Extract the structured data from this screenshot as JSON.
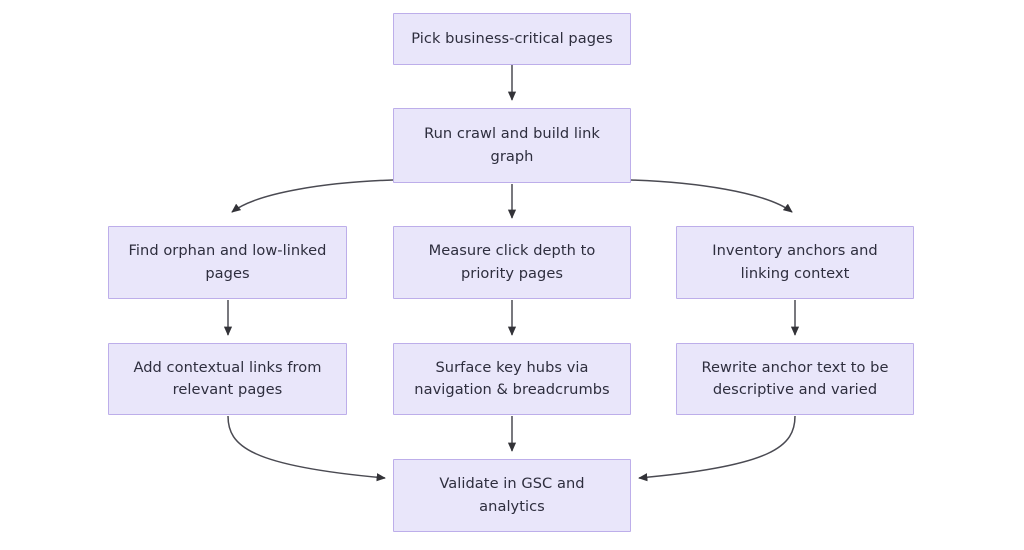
{
  "diagram": {
    "type": "flowchart",
    "direction": "top-down",
    "title": "Internal linking workflow flowchart",
    "theme": {
      "background": "#FFFFFF",
      "node_fill": "#E9E6FA",
      "node_border": "#BDAEEA",
      "node_text": "#2E2E3E",
      "edge_stroke": "#4A4A52"
    },
    "nodes": [
      {
        "id": "pick",
        "label": "Pick business-critical pages"
      },
      {
        "id": "crawl",
        "label": "Run crawl and build link\ngraph"
      },
      {
        "id": "orphan",
        "label": "Find orphan and low-linked\npages"
      },
      {
        "id": "depth",
        "label": "Measure click depth to\npriority pages"
      },
      {
        "id": "anchors",
        "label": "Inventory anchors and\nlinking context"
      },
      {
        "id": "add",
        "label": "Add contextual links from\nrelevant pages"
      },
      {
        "id": "surface",
        "label": "Surface key hubs via\nnavigation & breadcrumbs"
      },
      {
        "id": "rewrite",
        "label": "Rewrite anchor text to be\ndescriptive and varied"
      },
      {
        "id": "validate",
        "label": "Validate in GSC and\nanalytics"
      }
    ],
    "edges": [
      {
        "from": "pick",
        "to": "crawl",
        "style": "straight"
      },
      {
        "from": "crawl",
        "to": "orphan",
        "style": "curved"
      },
      {
        "from": "crawl",
        "to": "depth",
        "style": "straight"
      },
      {
        "from": "crawl",
        "to": "anchors",
        "style": "curved"
      },
      {
        "from": "orphan",
        "to": "add",
        "style": "straight"
      },
      {
        "from": "depth",
        "to": "surface",
        "style": "straight"
      },
      {
        "from": "anchors",
        "to": "rewrite",
        "style": "straight"
      },
      {
        "from": "add",
        "to": "validate",
        "style": "curved"
      },
      {
        "from": "surface",
        "to": "validate",
        "style": "straight"
      },
      {
        "from": "rewrite",
        "to": "validate",
        "style": "curved"
      }
    ]
  }
}
